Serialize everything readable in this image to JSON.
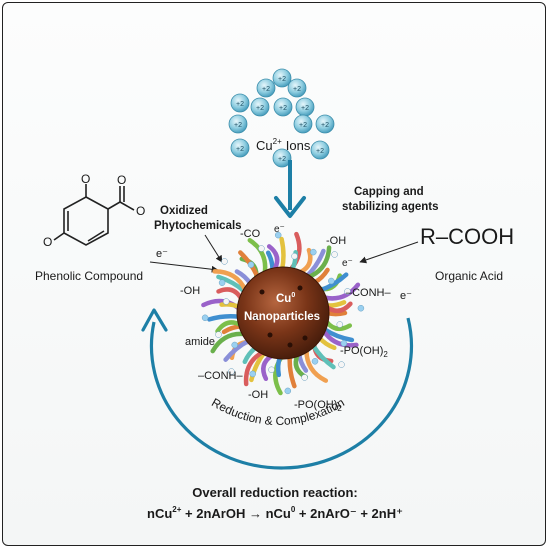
{
  "diagram": {
    "ion_charge": "+2",
    "ions_label": "Cu",
    "ions_superscript": "2+",
    "ions_suffix": "Ions",
    "phenolic": {
      "o_top": "O",
      "o_ring": "O",
      "o_ester": "O",
      "o_carbonyl": "O",
      "label": "Phenolic Compound",
      "electron": "e⁻"
    },
    "oxidized": {
      "line1": "Oxidized",
      "line2": "Phytochemicals"
    },
    "capping": {
      "line1": "Capping and",
      "line2": "stabilizing agents"
    },
    "organic_acid": {
      "formula": "R–COOH",
      "label": "Organic Acid"
    },
    "nanoparticle": {
      "line1": "Cu",
      "superscript": "0",
      "line2": "Nanoparticles"
    },
    "groups": {
      "co": "-CO",
      "e_top": "e⁻",
      "oh_top": "-OH",
      "e_mid": "e⁻",
      "oh_left": "-OH",
      "conh_right": "–CONH–",
      "e_right": "e⁻",
      "amide": "amide",
      "po_right": "-PO(OH)",
      "po_right_sub": "2",
      "conh_bottom": "–CONH–",
      "oh_bottom": "-OH",
      "po_bottom": "-PO(OH)",
      "po_bottom_sub": "2"
    },
    "cycle_label": "Reduction & Complexation",
    "overall": {
      "title": "Overall reduction reaction:",
      "eq_nCu": "nCu",
      "eq_sup1": "2+",
      "eq_part2": " + 2nArOH → nCu",
      "eq_sup2": "0",
      "eq_part3": " + 2nArO⁻ + 2nH⁺"
    }
  }
}
